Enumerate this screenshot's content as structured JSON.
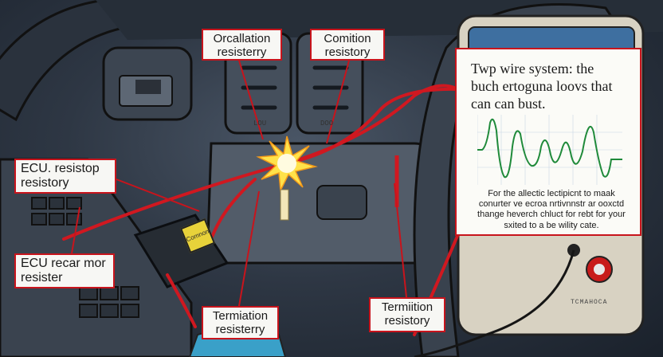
{
  "labels": {
    "oscillation": [
      "Orcallation",
      "resisterry"
    ],
    "comition": [
      "Comition",
      "resistory"
    ],
    "ecu_top": [
      "ECU. resistop",
      "resistory"
    ],
    "ecu_bottom": [
      "ECU recar mor",
      "resister"
    ],
    "term_left": [
      "Termiation",
      "resisterry"
    ],
    "term_right": [
      "Termiition",
      "resistory"
    ]
  },
  "panel": {
    "title": [
      "Twp wire system: the",
      "buch ertoguna loovs that",
      "can can bust."
    ],
    "body": [
      "For the allectic lectipicnt to maak",
      "conurter ve ecroa nrtivnnstr ar ooxctd",
      "thange heverch chluct for rebt for your",
      "sxited to a be wility cate."
    ]
  },
  "dash_texts": {
    "left": "LOU",
    "right": "DOO"
  },
  "ecu_tag": "Comnon",
  "meter_brand": "TCMAHOCA",
  "colors": {
    "wire_red": "#d01820",
    "label_border": "#c8141c",
    "wave_green": "#1f8a3a",
    "spark_yellow": "#ffe24a"
  }
}
